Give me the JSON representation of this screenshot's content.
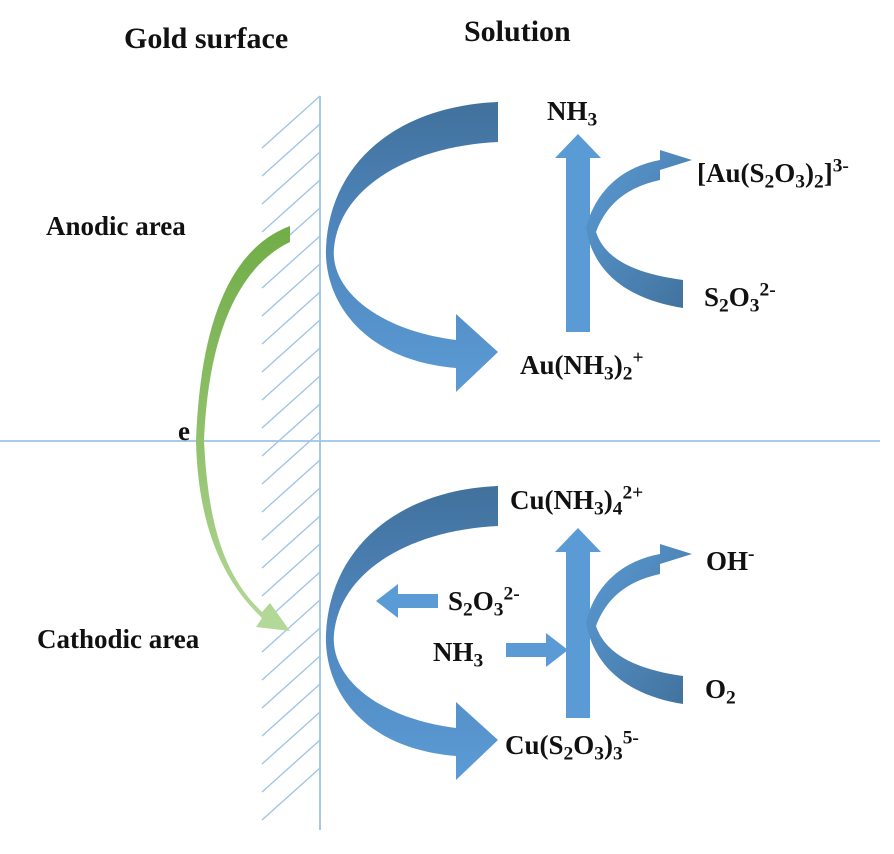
{
  "headers": {
    "gold_surface": "Gold surface",
    "solution": "Solution"
  },
  "regions": {
    "anodic": "Anodic area",
    "cathodic": "Cathodic area",
    "electron": "e"
  },
  "species": {
    "nh3_top": {
      "main": "NH",
      "sub": "3"
    },
    "au_thio": {
      "p1": "[Au(S",
      "s1": "2",
      "p2": "O",
      "s2": "3",
      "p3": ")",
      "s3": "2",
      "p4": "]",
      "sup": "3-"
    },
    "s2o3_top": {
      "p1": "S",
      "s1": "2",
      "p2": "O",
      "s2": "3",
      "sup": "2-"
    },
    "au_amm": {
      "p1": "Au(NH",
      "s1": "3",
      "p2": ")",
      "s2": "2",
      "sup": "+"
    },
    "cu_amm": {
      "p1": "Cu(NH",
      "s1": "3",
      "p2": ")",
      "s2": "4",
      "sup": "2+"
    },
    "oh": {
      "main": "OH",
      "sup": "-"
    },
    "s2o3_mid": {
      "p1": "S",
      "s1": "2",
      "p2": "O",
      "s2": "3",
      "sup": "2-"
    },
    "nh3_mid": {
      "main": "NH",
      "sub": "3"
    },
    "o2": {
      "main": "O",
      "sub": "2"
    },
    "cu_thio": {
      "p1": "Cu(S",
      "s1": "2",
      "p2": "O",
      "s2": "3",
      "p3": ")",
      "s3": "3",
      "sup": "5-"
    }
  },
  "colors": {
    "arrow_light": "#5b9bd5",
    "arrow_dark": "#41719c",
    "electron_light": "#a9d18e",
    "electron_dark": "#70ad47",
    "axis_line": "#9dc3e6",
    "hatch": "#9dc3e6"
  }
}
